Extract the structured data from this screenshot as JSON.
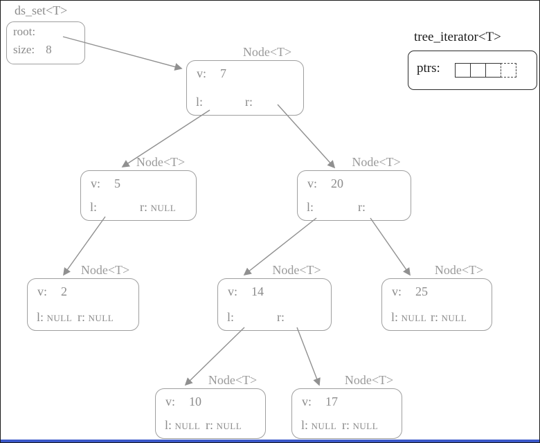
{
  "ds_set": {
    "title": "ds_set<T>",
    "root_label": "root:",
    "size_label": "size:",
    "size_value": "8"
  },
  "iterator": {
    "title": "tree_iterator<T>",
    "ptrs_label": "ptrs:",
    "cell_count": 4
  },
  "nodes": [
    {
      "header": "Node<T>",
      "v_label": "v:",
      "value": "7",
      "l_label": "l:",
      "l_value": "",
      "r_label": "r:",
      "r_value": ""
    },
    {
      "header": "Node<T>",
      "v_label": "v:",
      "value": "5",
      "l_label": "l:",
      "l_value": "",
      "r_label": "r:",
      "r_value": "NULL"
    },
    {
      "header": "Node<T>",
      "v_label": "v:",
      "value": "20",
      "l_label": "l:",
      "l_value": "",
      "r_label": "r:",
      "r_value": ""
    },
    {
      "header": "Node<T>",
      "v_label": "v:",
      "value": "2",
      "l_label": "l:",
      "l_value": "NULL",
      "r_label": "r:",
      "r_value": "NULL"
    },
    {
      "header": "Node<T>",
      "v_label": "v:",
      "value": "14",
      "l_label": "l:",
      "l_value": "",
      "r_label": "r:",
      "r_value": ""
    },
    {
      "header": "Node<T>",
      "v_label": "v:",
      "value": "25",
      "l_label": "l:",
      "l_value": "NULL",
      "r_label": "r:",
      "r_value": "NULL"
    },
    {
      "header": "Node<T>",
      "v_label": "v:",
      "value": "10",
      "l_label": "l:",
      "l_value": "NULL",
      "r_label": "r:",
      "r_value": "NULL"
    },
    {
      "header": "Node<T>",
      "v_label": "v:",
      "value": "17",
      "l_label": "l:",
      "l_value": "NULL",
      "r_label": "r:",
      "r_value": "NULL"
    }
  ],
  "edges": [
    "root->7",
    "7.l->5",
    "7.r->20",
    "5.l->2",
    "20.l->14",
    "20.r->25",
    "14.l->10",
    "14.r->17"
  ],
  "colors": {
    "diagram_gray": "#8b8b8b",
    "border_gray": "#9e9e9e",
    "black": "#1b1b1b",
    "bottom_bar_blue": "#3a57c8"
  }
}
